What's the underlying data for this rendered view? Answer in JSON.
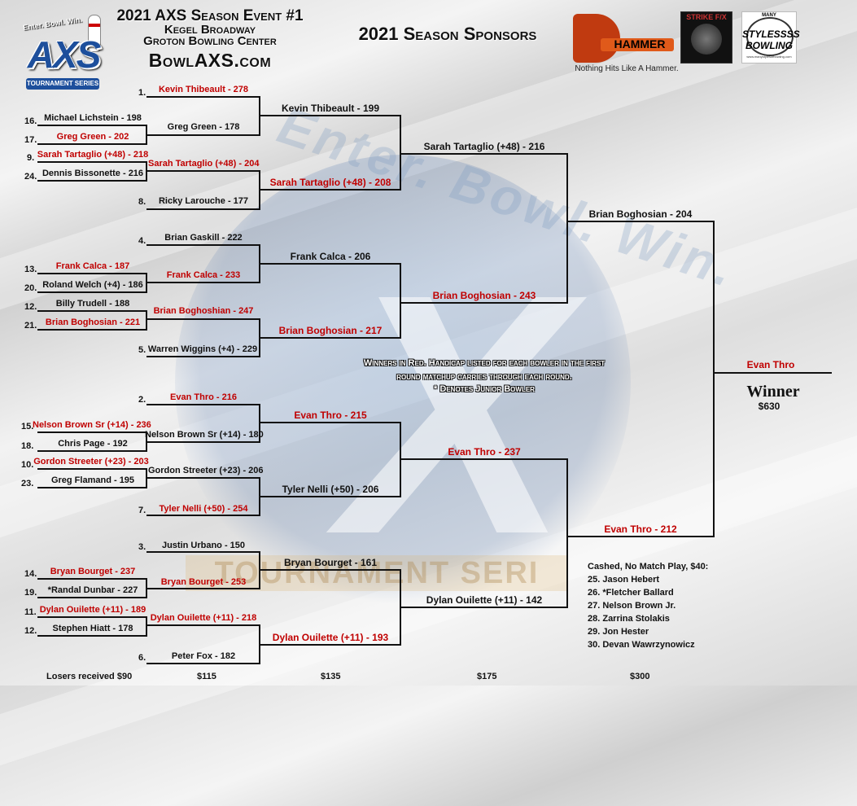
{
  "header": {
    "logo_tag": "Enter. Bowl. Win.",
    "logo_text": "AXS",
    "logo_series": "TOURNAMENT SERIES",
    "event_line1": "2021 AXS Season Event #1",
    "event_line2": "Kegel Broadway",
    "event_line3": "Groton Bowling Center",
    "event_line4": "BowlAXS.com",
    "sponsors_title": "2021 Season Sponsors"
  },
  "sponsors": {
    "hammer_name": "HAMMER",
    "hammer_slogan": "Nothing Hits Like A Hammer.",
    "strike_name": "STRIKE F/X",
    "many_top": "MANY",
    "many_name": "STYLESSSS BOWLING",
    "many_small": "www.manystylesofbowling.com"
  },
  "watermark": {
    "text": "Enter. Bowl. Win.",
    "banner": "TOURNAMENT SERI"
  },
  "round1": {
    "seeds": [
      "16.",
      "17.",
      "9.",
      "24.",
      "13.",
      "20.",
      "12.",
      "21.",
      "15.",
      "18.",
      "10.",
      "23.",
      "14.",
      "19.",
      "11.",
      "12."
    ],
    "names": [
      "Michael Lichstein - 198",
      "Greg Green - 202",
      "Sarah Tartaglio (+48) - 218",
      "Dennis Bissonette - 216",
      "Frank Calca - 187",
      "Roland Welch (+4) - 186",
      "Billy Trudell - 188",
      "Brian Boghosian - 221",
      "Nelson Brown Sr (+14) - 236",
      "Chris Page - 192",
      "Gordon Streeter (+23) - 203",
      "Greg Flamand - 195",
      "Bryan Bourget - 237",
      "*Randal Dunbar - 227",
      "Dylan Ouilette (+11) - 189",
      "Stephen Hiatt - 178"
    ]
  },
  "round2": {
    "seeds": [
      "1.",
      "8.",
      "4.",
      "5.",
      "2.",
      "7.",
      "3.",
      "6."
    ],
    "top_seed_names": [
      "Kevin Thibeault - 278",
      "Ricky Larouche - 177",
      "Brian Gaskill - 222",
      "Warren Wiggins (+4) - 229",
      "Evan Thro - 216",
      "Tyler Nelli (+50) - 254",
      "Justin Urbano - 150",
      "Peter Fox - 182"
    ],
    "advancer_names": [
      "Greg Green - 178",
      "Sarah Tartaglio (+48) - 204",
      "Frank Calca - 233",
      "Brian Boghoshian - 247",
      "Nelson Brown Sr (+14) - 180",
      "Gordon Streeter (+23) - 206",
      "Bryan Bourget - 253",
      "Dylan Ouilette (+11) - 218"
    ]
  },
  "round3": {
    "names": [
      "Kevin Thibeault - 199",
      "Sarah Tartaglio (+48) - 208",
      "Frank Calca - 206",
      "Brian Boghosian - 217",
      "Evan Thro - 215",
      "Tyler Nelli (+50) - 206",
      "Bryan Bourget - 161",
      "Dylan Ouilette (+11) - 193"
    ]
  },
  "round4": {
    "names": [
      "Sarah Tartaglio (+48) - 216",
      "Brian Boghosian - 243",
      "Evan Thro - 237",
      "Dylan Ouilette (+11) - 142"
    ]
  },
  "round5": {
    "names": [
      "Brian Boghosian - 204",
      "Evan Thro - 212"
    ]
  },
  "final": {
    "champion": "Evan Thro",
    "winner_label": "Winner",
    "prize": "$630"
  },
  "notes": {
    "line1": "Winners in Red.  Handicap listed for each bowler in the first",
    "line2": "round matchup carries through each round.",
    "line3": "* Denotes Junior Bowler"
  },
  "cashed": {
    "title": "Cashed, No Match Play, $40:",
    "entries": [
      "25.  Jason Hebert",
      "26.  *Fletcher Ballard",
      "27.  Nelson Brown Jr.",
      "28.  Zarrina Stolakis",
      "29.  Jon Hester",
      "30.  Devan Wawrzynowicz"
    ]
  },
  "payouts": {
    "losers": "Losers received $90",
    "r2": "$115",
    "r3": "$135",
    "r4": "$175",
    "r5": "$300"
  },
  "colors": {
    "winner": "#c00000",
    "loser": "#111111",
    "accent": "#1d4f9c"
  }
}
